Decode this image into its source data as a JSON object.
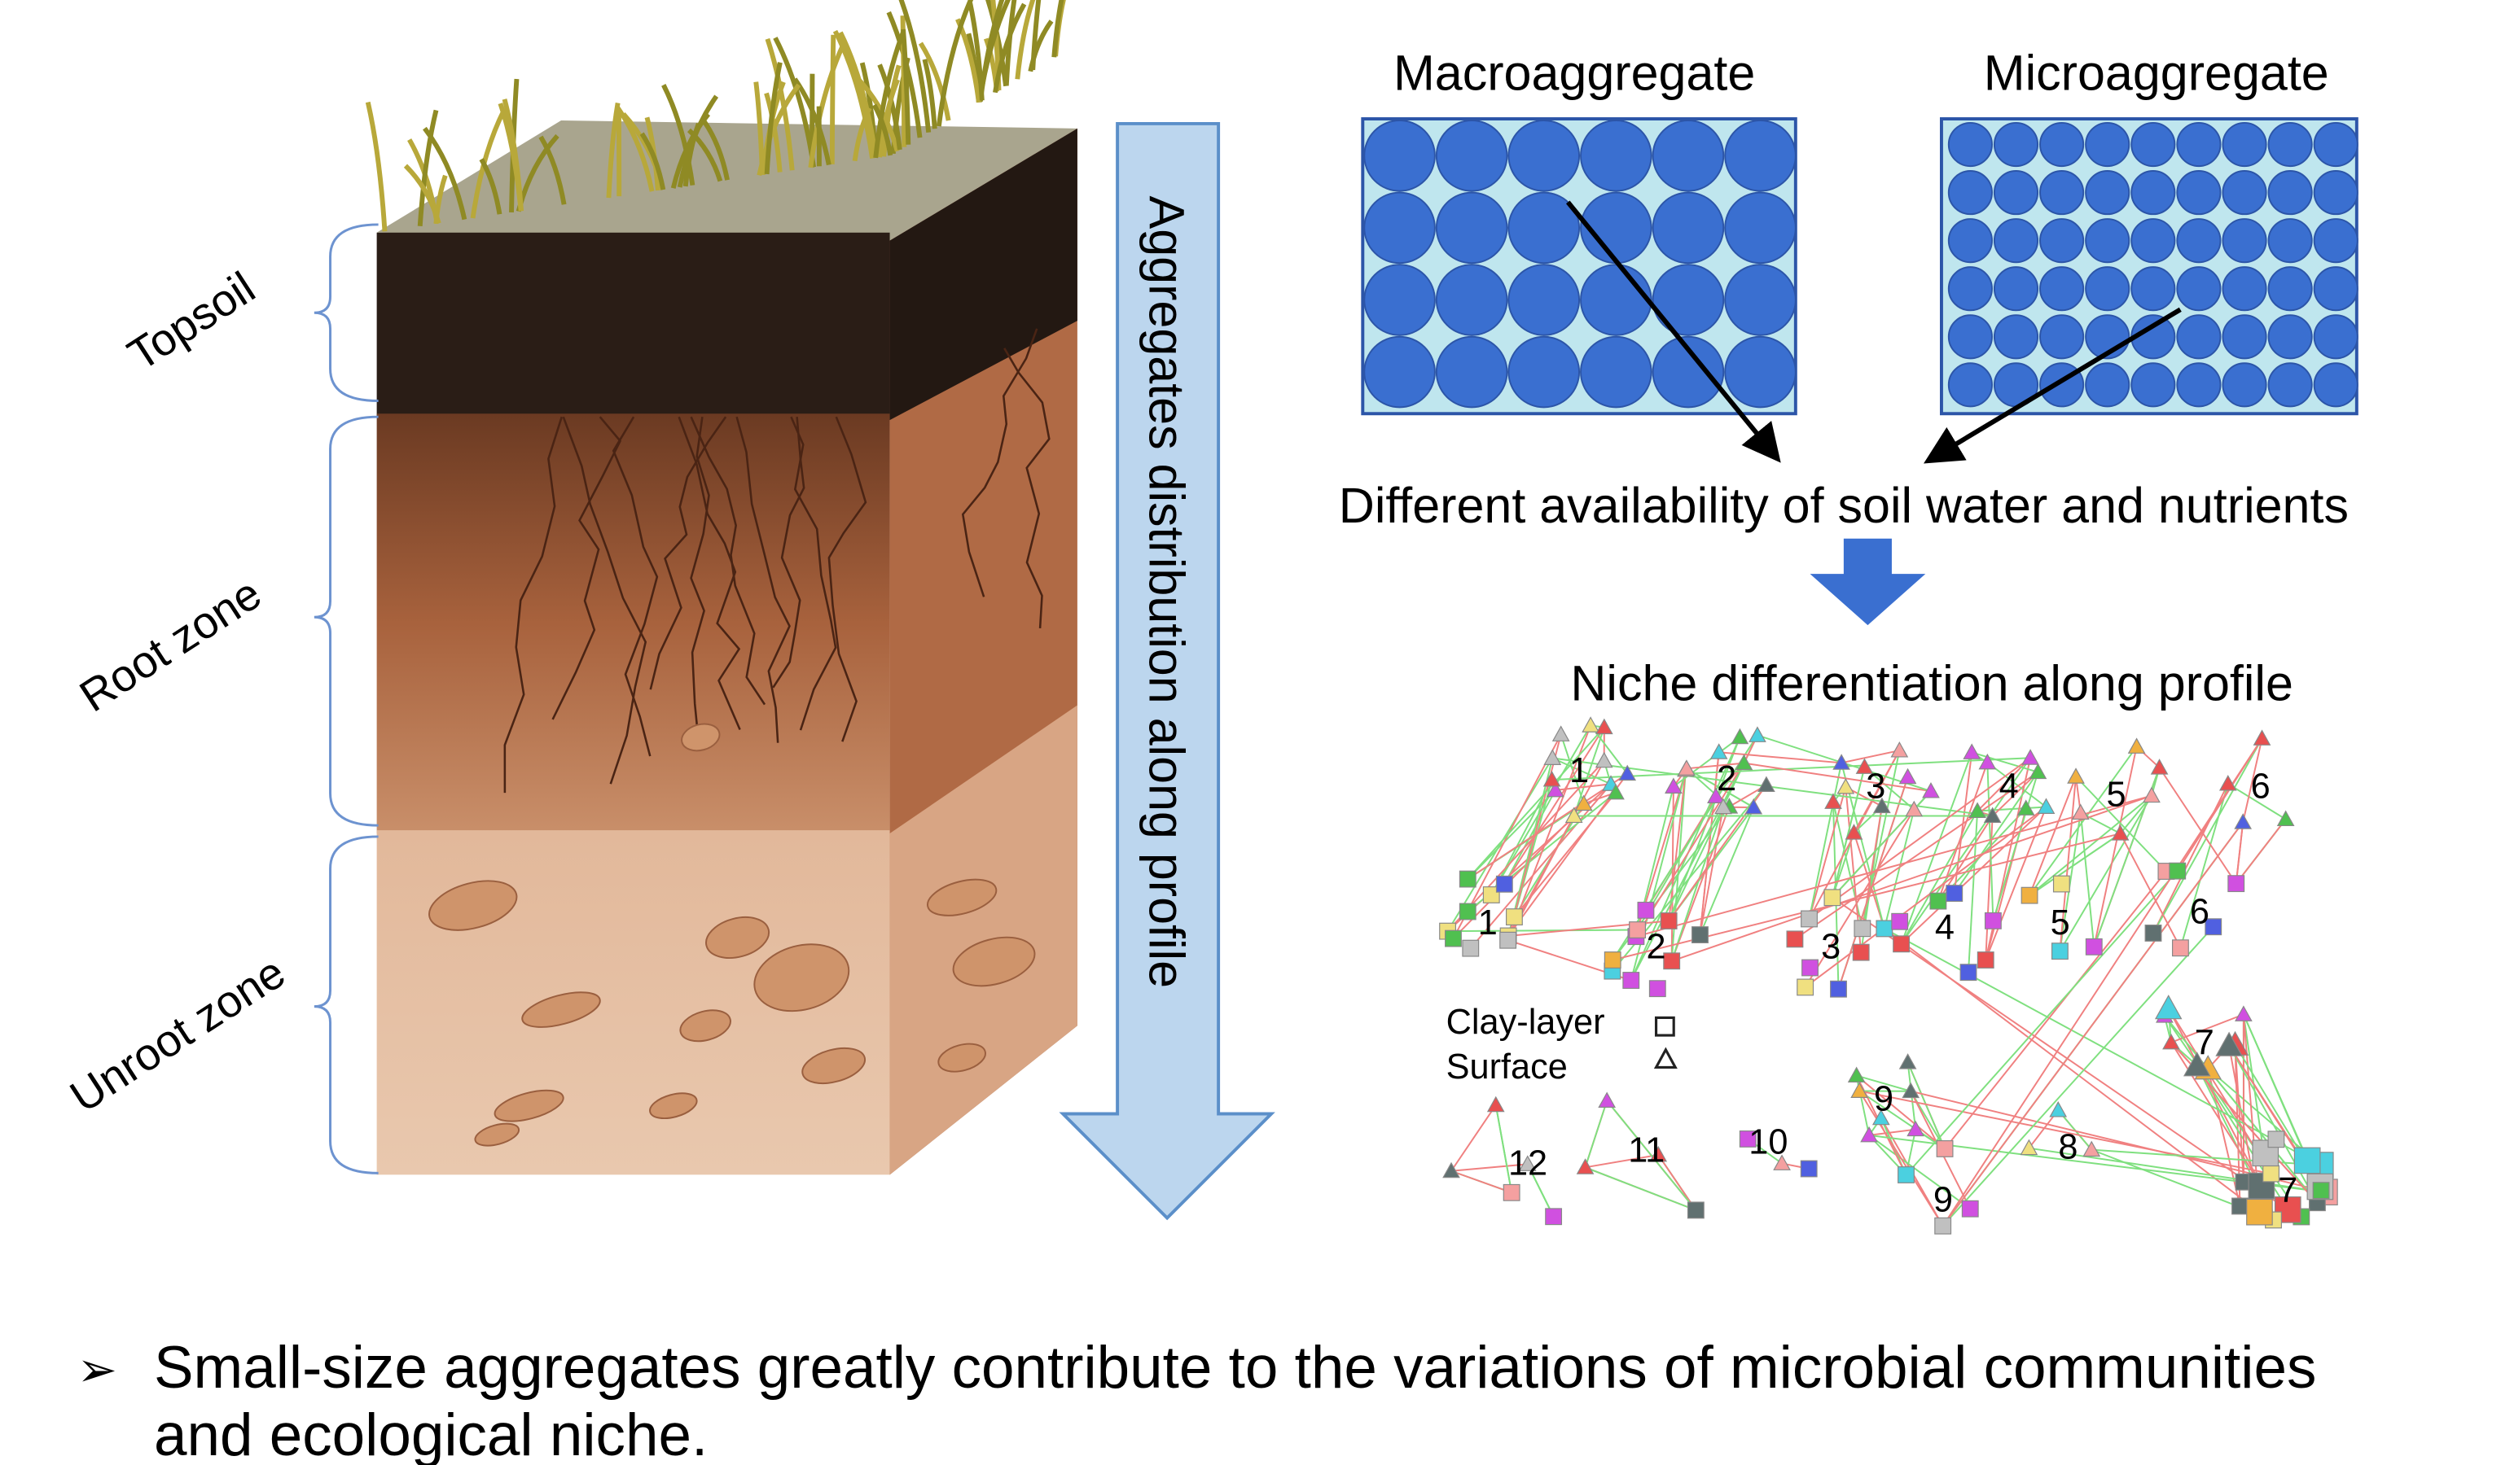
{
  "soil": {
    "zones": [
      "Topsoil",
      "Root zone",
      "Unroot zone"
    ],
    "arrow_label": "Aggregates distribution along profile"
  },
  "aggregates": {
    "macro_label": "Macroaggregate",
    "micro_label": "Microaggregate",
    "availability_text": "Different availability of soil water and nutrients",
    "niche_title": "Niche differentiation along profile"
  },
  "network": {
    "legend": {
      "clay": "Clay-layer",
      "surface": "Surface"
    },
    "labels": {
      "s1": "1",
      "s2": "2",
      "s3": "3",
      "s4": "4",
      "s5": "5",
      "s6": "6",
      "s7": "7",
      "s8": "8",
      "s9": "9",
      "s10": "10",
      "s11": "11",
      "s12": "12",
      "c1": "1",
      "c2": "2",
      "c3": "3",
      "c4": "4",
      "c5": "5",
      "c6": "6",
      "c7": "7",
      "c9": "9"
    },
    "colors": {
      "positive_edge": "#7fe07f",
      "negative_edge": "#f08080"
    }
  },
  "conclusion": {
    "bullet": "➢",
    "text_line1": "Small-size aggregates greatly contribute to the variations of microbial communities",
    "text_line2": "and ecological niche."
  },
  "colors": {
    "aggregate_blue": "#3a6fd0",
    "arrow_fill": "#bcd6ee",
    "arrow_stroke": "#5b8fc9",
    "bracket": "#6d93d0"
  }
}
